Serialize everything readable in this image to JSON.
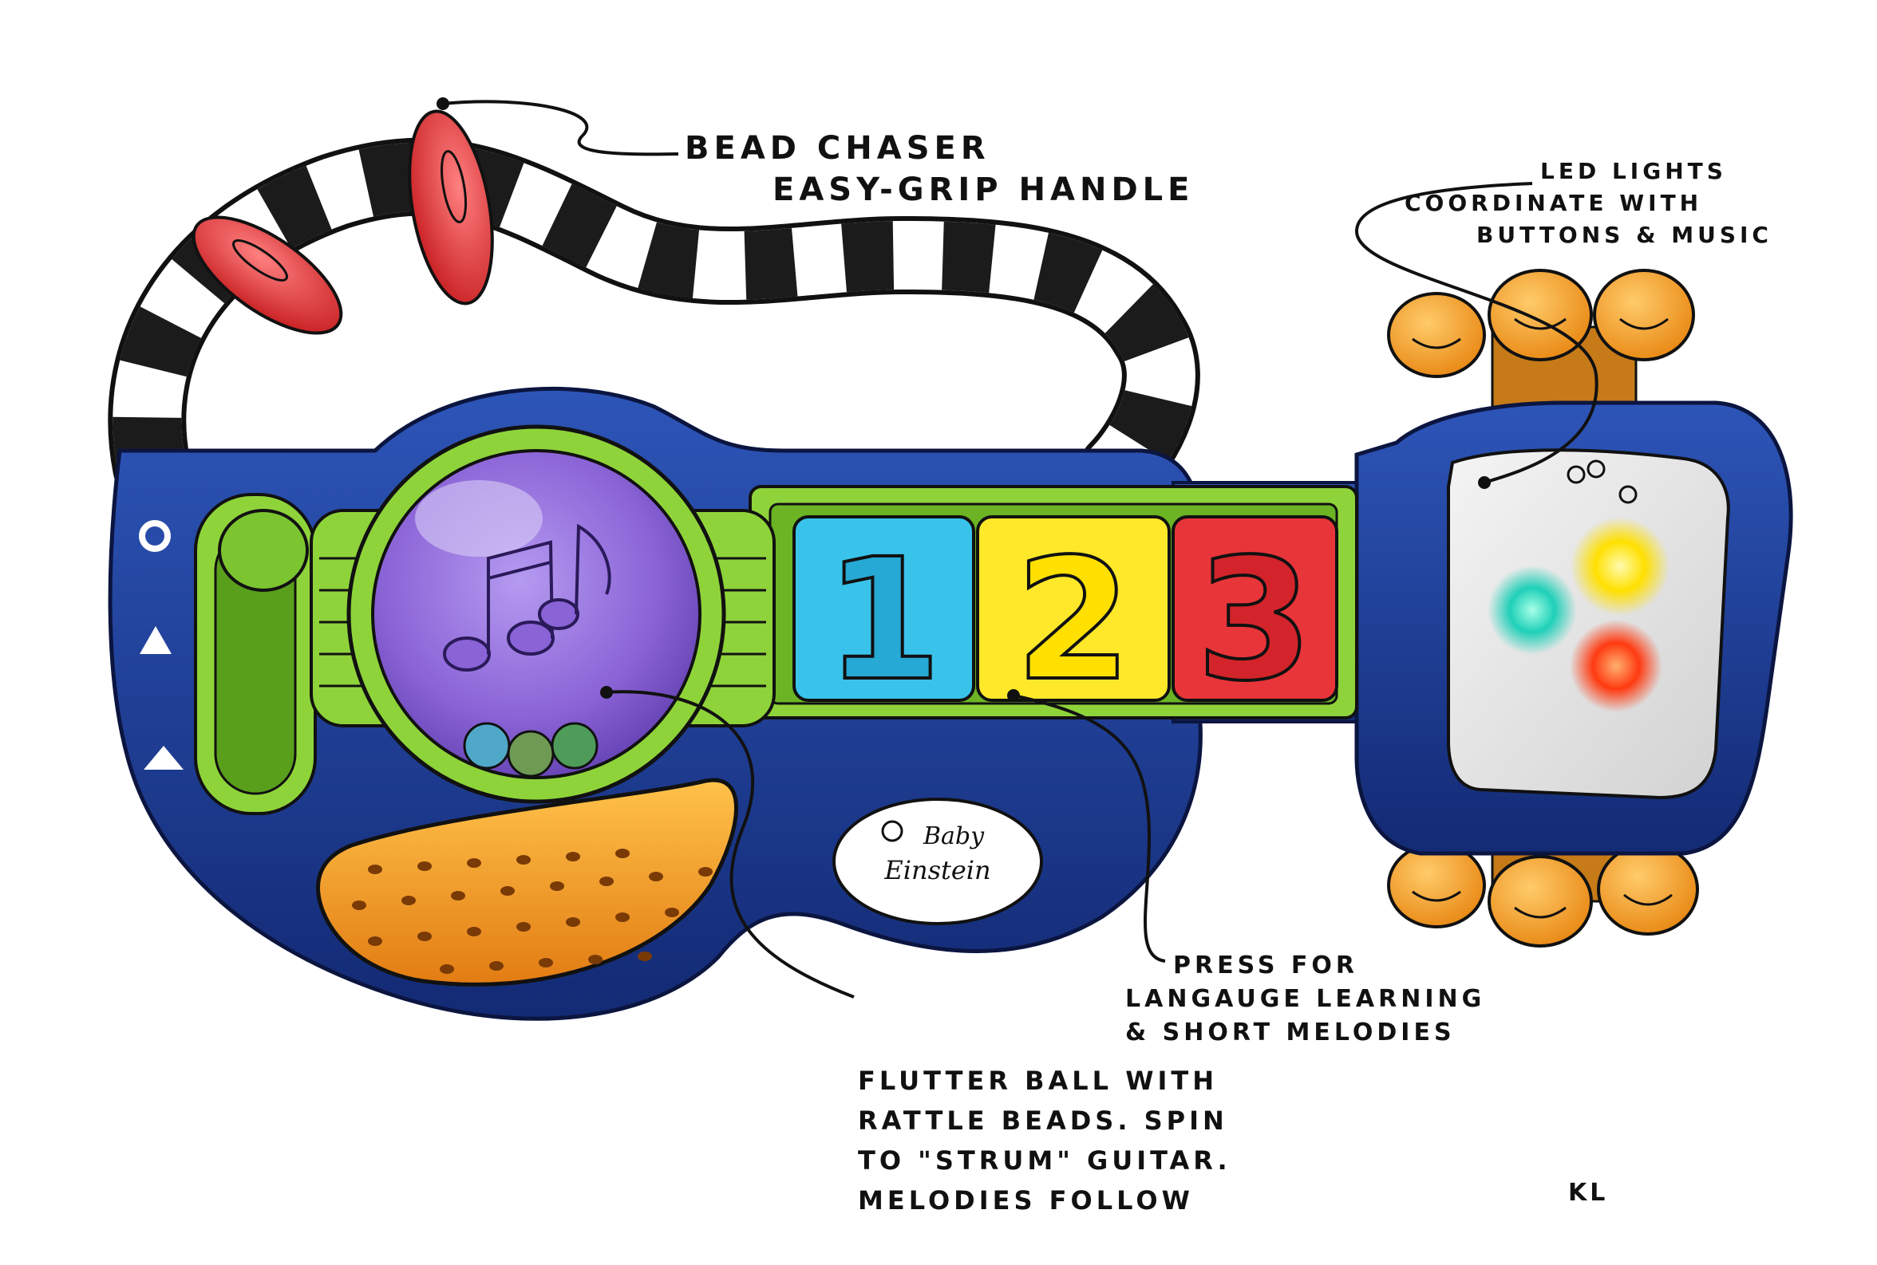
{
  "callouts": {
    "bead_chaser": [
      "Bead Chaser",
      "Easy-Grip Handle"
    ],
    "led_lights": [
      "LED Lights",
      "Coordinate with",
      "Buttons & Music"
    ],
    "press_for": [
      "Press for",
      "Langauge Learning",
      "& Short Melodies"
    ],
    "flutter_ball": [
      "Flutter ball with",
      "rattle beads. Spin",
      "to \"Strum\" guitar.",
      "Melodies Follow"
    ]
  },
  "buttons": {
    "one": "1",
    "two": "2",
    "three": "3"
  },
  "logo": [
    "Baby",
    "Einstein"
  ],
  "signature": "KL",
  "colors": {
    "body_blue": "#1f3c93",
    "lime_green": "#8fd33a",
    "button_cyan": "#39c3ea",
    "button_yellow": "#ffe82a",
    "button_red": "#e8353a",
    "bead_red": "#e43a3a",
    "speaker_orange": "#f7a423",
    "peg_orange": "#f6a126",
    "ball_purple": "#8a63d6"
  }
}
